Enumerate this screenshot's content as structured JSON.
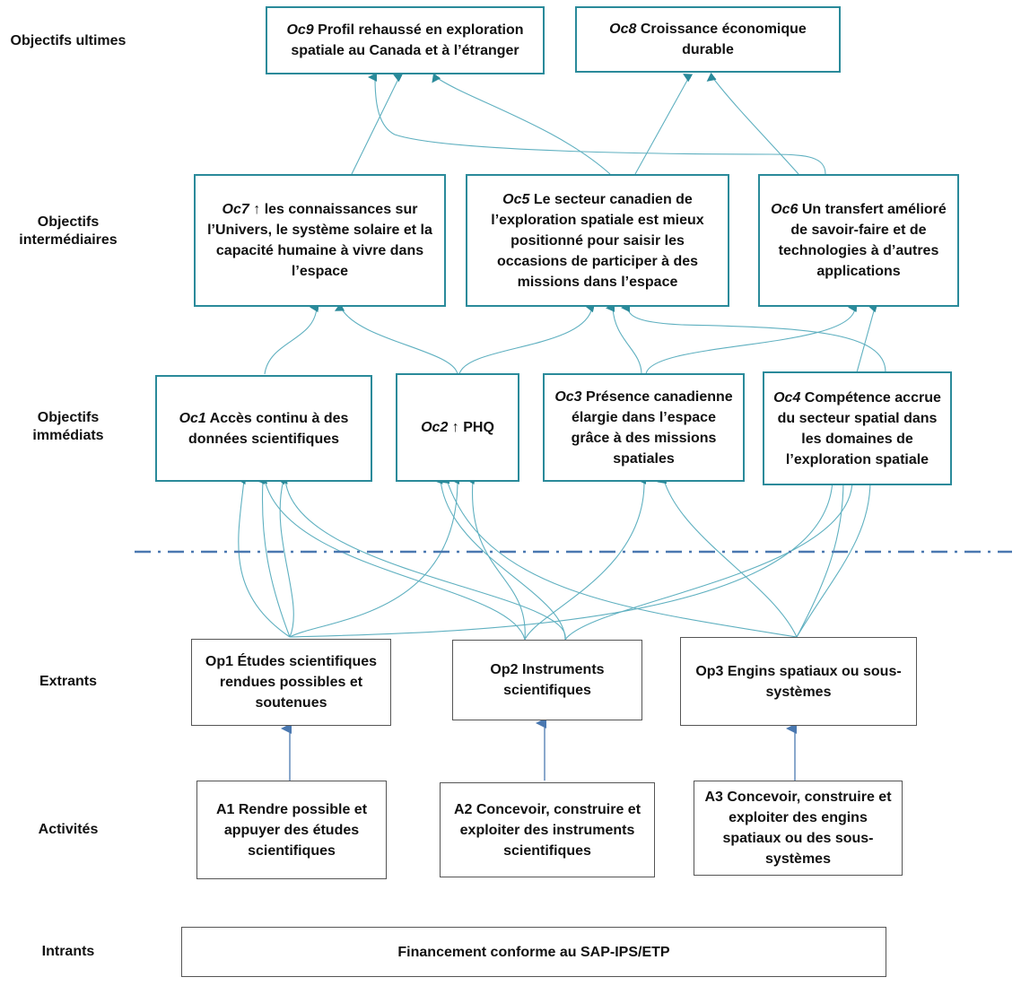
{
  "row_labels": {
    "ultimate": "Objectifs ultimes",
    "intermediate_1": "Objectifs",
    "intermediate_2": "intermédiaires",
    "immediate_1": "Objectifs",
    "immediate_2": "immédiats",
    "outputs": "Extrants",
    "activities": "Activités",
    "inputs": "Intrants"
  },
  "ultimate": {
    "oc9": {
      "code": "Oc9",
      "text": " Profil rehaussé en exploration spatiale au Canada et à l’étranger"
    },
    "oc8": {
      "code": "Oc8",
      "text": " Croissance économique durable"
    }
  },
  "intermediate": {
    "oc7": {
      "code": "Oc7",
      "text": " ↑ les connaissances sur l’Univers, le système solaire et la capacité humaine à vivre dans l’espace"
    },
    "oc5": {
      "code": "Oc5",
      "text": " Le secteur canadien de l’exploration spatiale est mieux positionné pour saisir les occasions de participer à  des missions dans l’espace"
    },
    "oc6": {
      "code": "Oc6",
      "text": " Un transfert amélioré de savoir-faire et de technologies à d’autres applications"
    }
  },
  "immediate": {
    "oc1": {
      "code": "Oc1",
      "text": "  Accès continu à  des données scientifiques"
    },
    "oc2": {
      "code": "Oc2",
      "text": " ↑  PHQ"
    },
    "oc3": {
      "code": "Oc3",
      "text": " Présence canadienne élargie dans l’espace grâce à des missions spatiales"
    },
    "oc4": {
      "code": "Oc4",
      "text": " Compétence accrue du secteur spatial dans les domaines de l’exploration spatiale"
    }
  },
  "outputs": {
    "op1": "Op1  Études scientifiques rendues possibles et soutenues",
    "op2": "Op2  Instruments scientifiques",
    "op3": "Op3 Engins spatiaux ou sous-systèmes"
  },
  "activities": {
    "a1": "A1 Rendre possible et appuyer des études scientifiques",
    "a2": "A2 Concevoir, construire et exploiter des instruments scientifiques",
    "a3": "A3 Concevoir, construire et exploiter des engins spatiaux ou des sous-systèmes"
  },
  "inputs": {
    "funding": "Financement conforme au SAP-IPS/ETP"
  },
  "colors": {
    "teal_border": "#2a8a9a",
    "link_line": "#5fb0c0",
    "dashdot_line": "#4a78b0",
    "arrow_blue": "#4a78b0"
  }
}
